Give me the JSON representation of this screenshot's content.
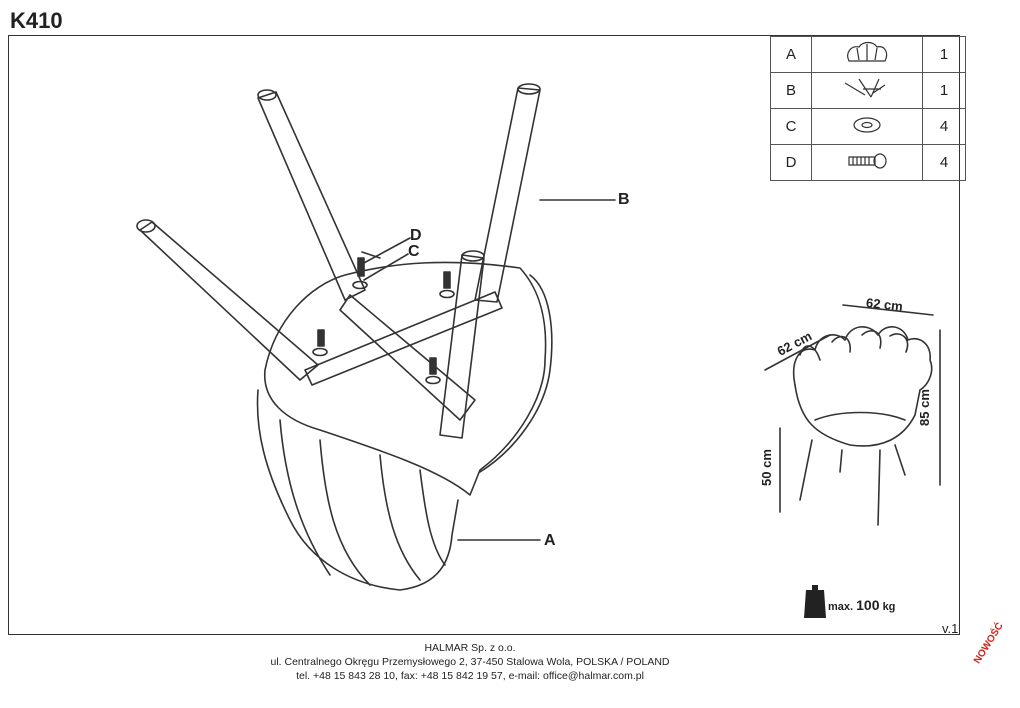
{
  "header": {
    "model": "K410"
  },
  "parts_table": [
    {
      "letter": "A",
      "icon": "seat-shell-icon",
      "qty": "1"
    },
    {
      "letter": "B",
      "icon": "leg-frame-icon",
      "qty": "1"
    },
    {
      "letter": "C",
      "icon": "washer-icon",
      "qty": "4"
    },
    {
      "letter": "D",
      "icon": "bolt-icon",
      "qty": "4"
    }
  ],
  "callouts": {
    "a": "A",
    "b": "B",
    "c": "C",
    "d": "D"
  },
  "dimensions": {
    "width": "62 cm",
    "depth": "62 cm",
    "height": "85 cm",
    "seat_height": "50 cm"
  },
  "max_load": {
    "prefix": "max.",
    "value": "100",
    "unit": "kg"
  },
  "version": "v.1",
  "footer": {
    "company": "HALMAR Sp. z o.o.",
    "address": "ul. Centralnego Okręgu Przemysłowego 2, 37-450 Stalowa Wola, POLSKA / POLAND",
    "contact": "tel. +48 15 843 28 10, fax: +48 15 842 19 57, e-mail: office@halmar.com.pl"
  },
  "badge": "NOWOŚĆ"
}
